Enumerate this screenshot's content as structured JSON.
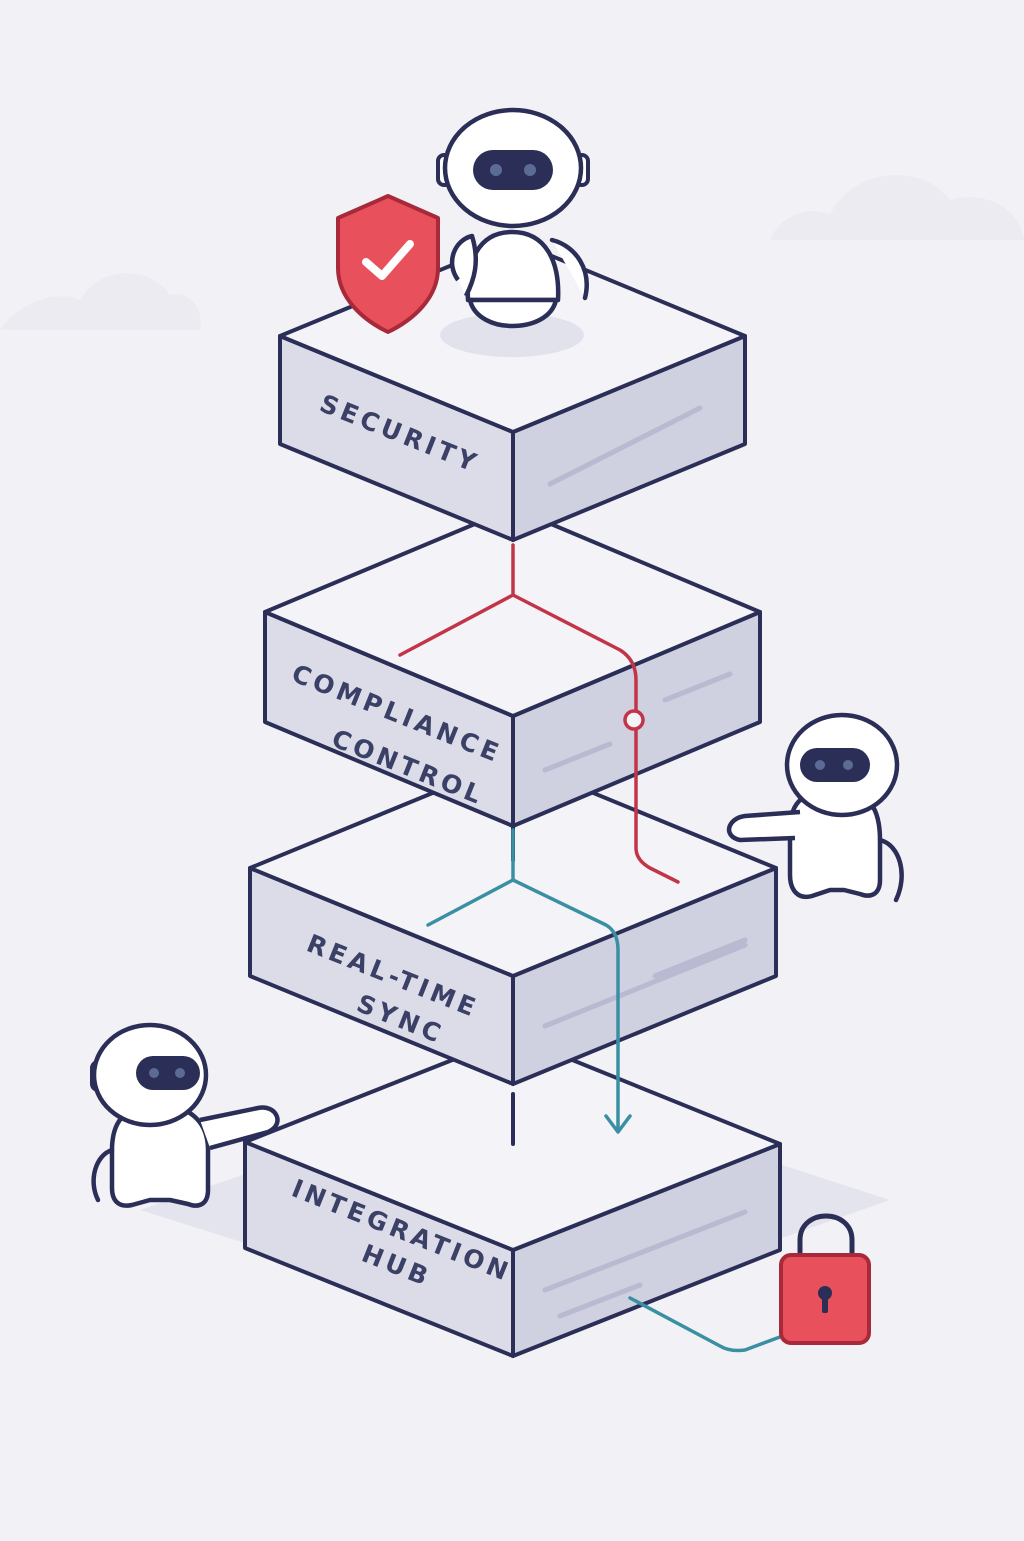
{
  "layers": [
    {
      "id": "security",
      "lines": [
        "SECURITY"
      ]
    },
    {
      "id": "compliance",
      "lines": [
        "COMPLIANCE",
        "CONTROL"
      ]
    },
    {
      "id": "realtime",
      "lines": [
        "REAL-TIME",
        "SYNC"
      ]
    },
    {
      "id": "integration",
      "lines": [
        "INTEGRATION",
        "HUB"
      ]
    }
  ],
  "colors": {
    "background": "#f2f2f6",
    "outline": "#2b2f57",
    "block_top": "#f3f3f8",
    "block_side_left": "#dcdce8",
    "block_side_right": "#cfd0e0",
    "security_red": "#e8505b",
    "flow_red": "#c23548",
    "flow_teal": "#3a8fa3",
    "robot_body": "#ffffff",
    "robot_visor": "#2b2f57"
  },
  "icons": {
    "shield": "shield-check-icon",
    "lock": "padlock-icon",
    "robots": [
      "robot-top",
      "robot-right",
      "robot-left"
    ]
  }
}
